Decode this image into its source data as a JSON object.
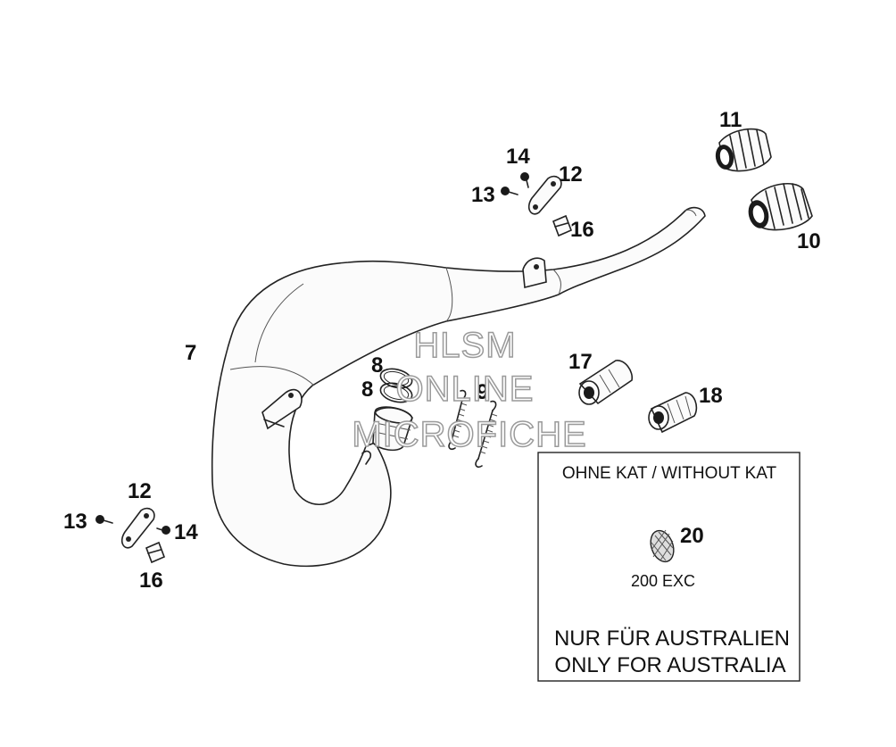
{
  "part_labels": {
    "p7": "7",
    "p8a": "8",
    "p8b": "8",
    "p9": "9",
    "p10": "10",
    "p11": "11",
    "p12a": "12",
    "p12b": "12",
    "p13a": "13",
    "p13b": "13",
    "p14a": "14",
    "p14b": "14",
    "p16a": "16",
    "p16b": "16",
    "p17": "17",
    "p18": "18",
    "p20": "20"
  },
  "watermark": {
    "line1": "HLSM",
    "line2": "ONLINE",
    "line3": "MICROFICHE"
  },
  "info_box": {
    "heading": "OHNE KAT / WITHOUT KAT",
    "model": "200 EXC",
    "note_de": "NUR FÜR AUSTRALIEN",
    "note_en": "ONLY FOR AUSTRALIA"
  },
  "colors": {
    "line": "#222222",
    "watermark_outline": "#9a9a9a",
    "background": "#ffffff"
  }
}
